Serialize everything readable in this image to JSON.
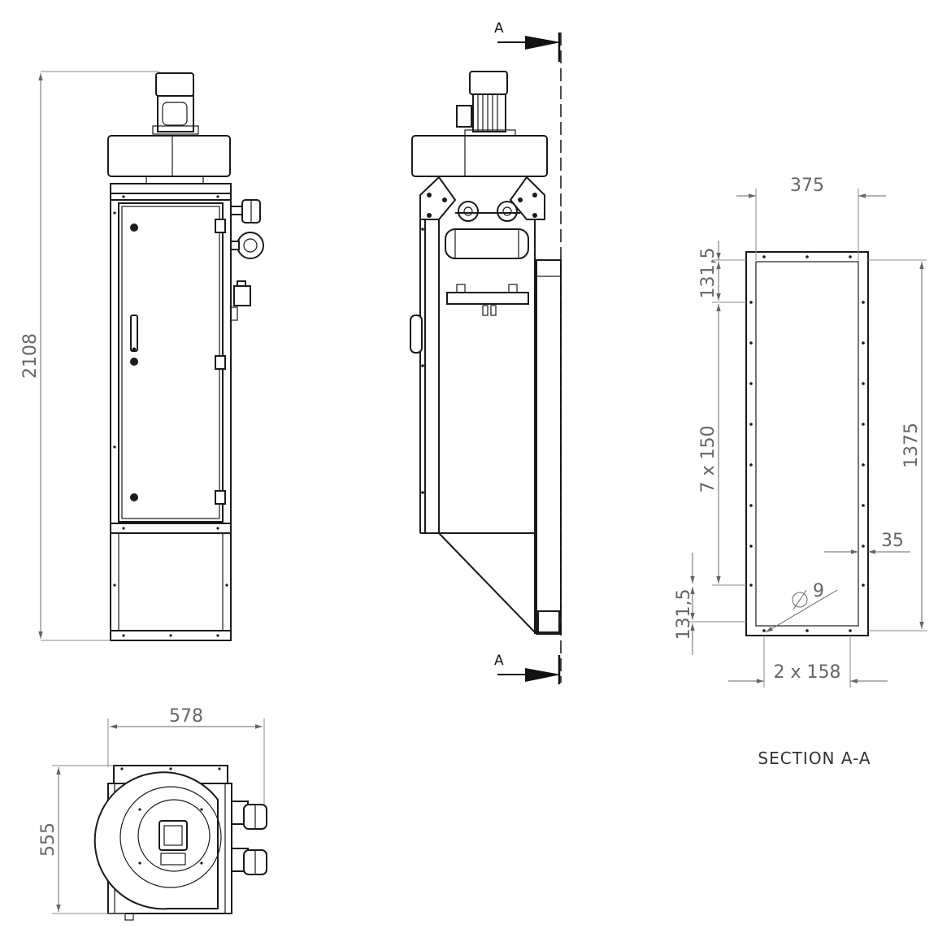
{
  "front_view": {
    "dims": {
      "height": "2108"
    }
  },
  "side_view": {
    "section_marker_top": "A",
    "section_marker_bottom": "A"
  },
  "top_view": {
    "dims": {
      "width": "578",
      "depth": "555"
    }
  },
  "section_view": {
    "caption": "SECTION A-A",
    "dims": {
      "width": "375",
      "top_offset": "131,5",
      "pitch": "7 x 150",
      "bottom_offset": "131,5",
      "height": "1375",
      "edge_inset": "35",
      "hole_diameter": "9",
      "bottom_pitch": "2 x 158"
    }
  },
  "colors": {
    "line": "#1a1a1a",
    "dimension": "#666666",
    "background": "#ffffff"
  }
}
